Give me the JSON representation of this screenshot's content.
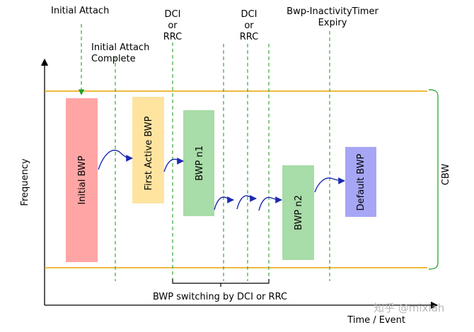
{
  "events": {
    "initial_attach": "Initial Attach",
    "initial_attach_complete_1": "Initial Attach",
    "initial_attach_complete_2": "Complete",
    "dci_rrc_a_1": "DCI",
    "dci_rrc_a_2": "or",
    "dci_rrc_a_3": "RRC",
    "dci_rrc_b_1": "DCI",
    "dci_rrc_b_2": "or",
    "dci_rrc_b_3": "RRC",
    "inactivity_timer_1": "Bwp-InactivityTimer",
    "inactivity_timer_2": "Expiry"
  },
  "axes": {
    "y_label": "Frequency",
    "x_label": "Time / Event"
  },
  "cbw_label": "CBW",
  "switching_note": "BWP switching by DCI or RRC",
  "blocks": {
    "initial": {
      "label": "Initial BWP",
      "color": "#ffa5a5"
    },
    "first_active": {
      "label": "First Active BWP",
      "color": "#ffe4a0"
    },
    "n1": {
      "label": "BWP n1",
      "color": "#a8dca8"
    },
    "n2": {
      "label": "BWP n2",
      "color": "#a8dca8"
    },
    "default": {
      "label": "Default BWP",
      "color": "#a6a6f5"
    }
  },
  "colors": {
    "cbw_line": "#e8a400",
    "event_line": "#3aa83a",
    "arrow": "#1c2ab0",
    "axis": "#000000"
  },
  "watermark": "知乎 @mixiah"
}
